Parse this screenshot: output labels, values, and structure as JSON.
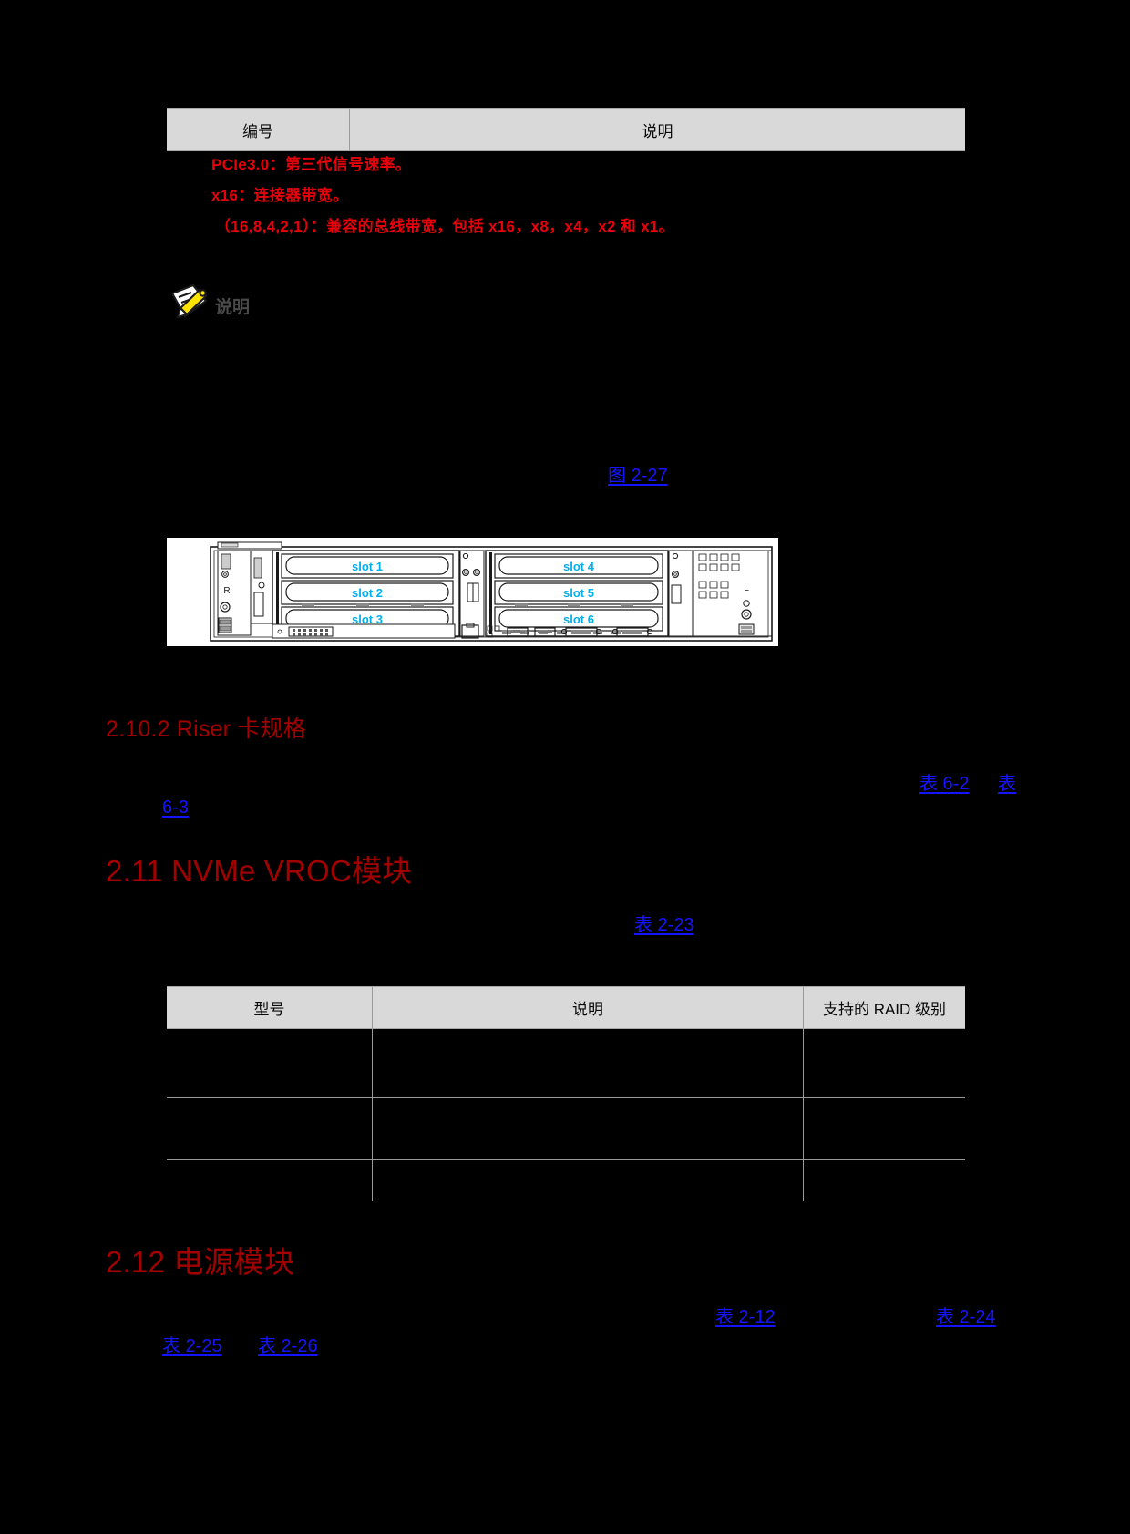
{
  "page": {
    "background": "#000000",
    "heading_color": "#a30000",
    "link_color": "#1414ff",
    "annotation_color": "#e8000b",
    "table_header_bg": "#d9d9d9",
    "slot_label_color": "#00b0f0"
  },
  "table_pcie": {
    "name": "PCIe slot description table",
    "headers": [
      "编号",
      "说明"
    ],
    "annotations": [
      "PCIe3.0：第三代信号速率。",
      "x16：连接器带宽。",
      "（16,8,4,2,1）：兼容的总线带宽，包括 x16，x8，x4，x2 和 x1。"
    ]
  },
  "note": {
    "icon": "note-pencil-icon",
    "label": "说明"
  },
  "figure_link": {
    "label": "图 2-27"
  },
  "figure": {
    "name": "server-rear-panel-diagram",
    "left_marker": "R",
    "right_marker": "L",
    "slots": [
      "slot 1",
      "slot 2",
      "slot 3",
      "slot 4",
      "slot 5",
      "slot 6"
    ]
  },
  "section_riser": {
    "heading": "2.10.2  Riser 卡规格",
    "links": [
      "表 6-2",
      "表",
      "6-3"
    ]
  },
  "section_vroc": {
    "heading": "2.11  NVMe VROC模块",
    "link": "表 2-23"
  },
  "table_vroc": {
    "name": "NVMe VROC module table",
    "headers": [
      "型号",
      "说明",
      "支持的 RAID 级别"
    ],
    "rows": [
      [
        "",
        "",
        ""
      ],
      [
        "",
        "",
        ""
      ],
      [
        "",
        "",
        ""
      ]
    ]
  },
  "section_power": {
    "heading": "2.12  电源模块",
    "links": [
      "表 2-12",
      "表 2-24",
      "表 2-25",
      "表 2-26"
    ]
  }
}
